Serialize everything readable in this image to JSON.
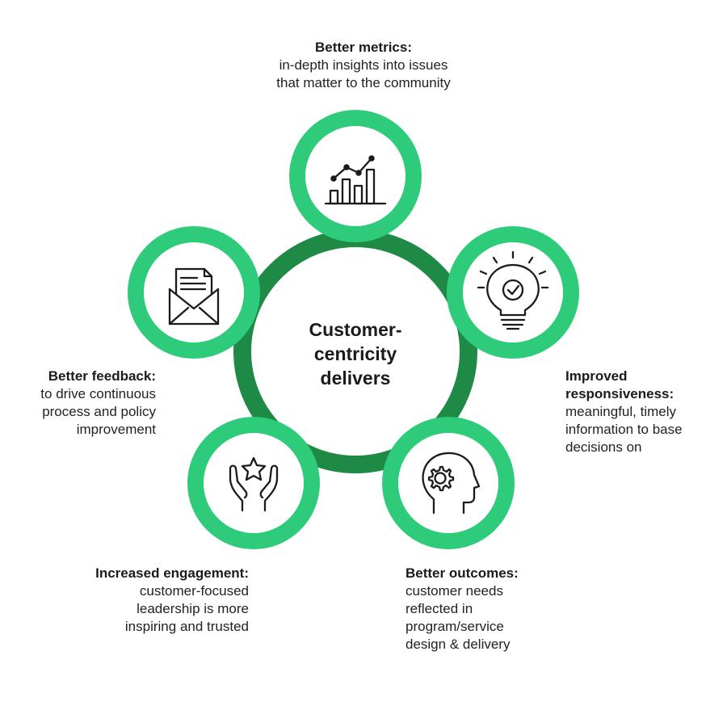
{
  "center": {
    "lines": [
      "Customer-",
      "centricity",
      "delivers"
    ]
  },
  "colors": {
    "ring": "#2ecc7a",
    "connector": "#1e8a45",
    "icon": "#1b1b1b",
    "text": "#1b1b1b"
  },
  "nodes": [
    {
      "id": "metrics",
      "icon": "bar-chart-icon",
      "title": "Better metrics:",
      "lines": [
        "in-depth insights into issues",
        "that matter to the community"
      ]
    },
    {
      "id": "responsive",
      "icon": "lightbulb-check-icon",
      "title": "Improved responsiveness:",
      "title_lines": [
        "Improved",
        "responsiveness:"
      ],
      "lines": [
        "meaningful, timely",
        "information to base",
        "decisions on"
      ]
    },
    {
      "id": "outcomes",
      "icon": "head-gear-icon",
      "title": "Better outcomes:",
      "lines": [
        "customer needs",
        "reflected in",
        "program/service",
        "design & delivery"
      ]
    },
    {
      "id": "engagement",
      "icon": "hands-star-icon",
      "title": "Increased engagement:",
      "lines": [
        "customer-focused",
        "leadership is more",
        "inspiring and trusted"
      ]
    },
    {
      "id": "feedback",
      "icon": "envelope-letter-icon",
      "title": "Better feedback:",
      "lines": [
        "to drive continuous",
        "process and policy",
        "improvement"
      ]
    }
  ]
}
